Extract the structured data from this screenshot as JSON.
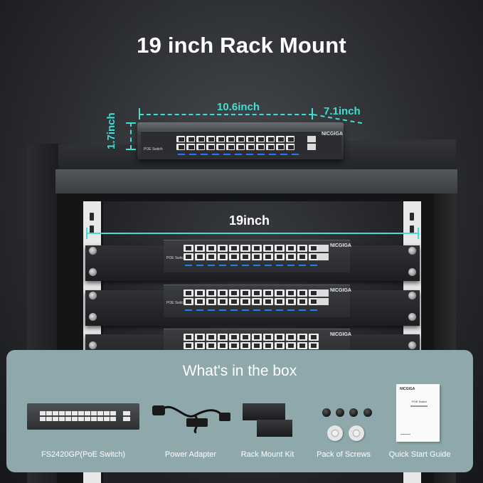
{
  "title": "19 inch Rack Mount",
  "dimensions": {
    "length": "10.6inch",
    "depth": "7.1inch",
    "height": "1.7inch",
    "rack_width": "19inch"
  },
  "switch_labels": {
    "brand": "NICGIGA",
    "model": "FS2420GP",
    "poe": "POE Switch"
  },
  "box": {
    "title": "What's in the box",
    "items": [
      {
        "label": "FS2420GP(PoE Switch)"
      },
      {
        "label": "Power Adapter"
      },
      {
        "label": "Rack Mount Kit"
      },
      {
        "label": "Pack of Screws"
      },
      {
        "label": "Quick Start Guide"
      }
    ],
    "guide": {
      "brand": "NICGIGA",
      "heading": "POE Switch"
    }
  },
  "colors": {
    "accent": "#3ee0d4",
    "panel": "#8ea8ac",
    "led": "#1e7bff"
  }
}
